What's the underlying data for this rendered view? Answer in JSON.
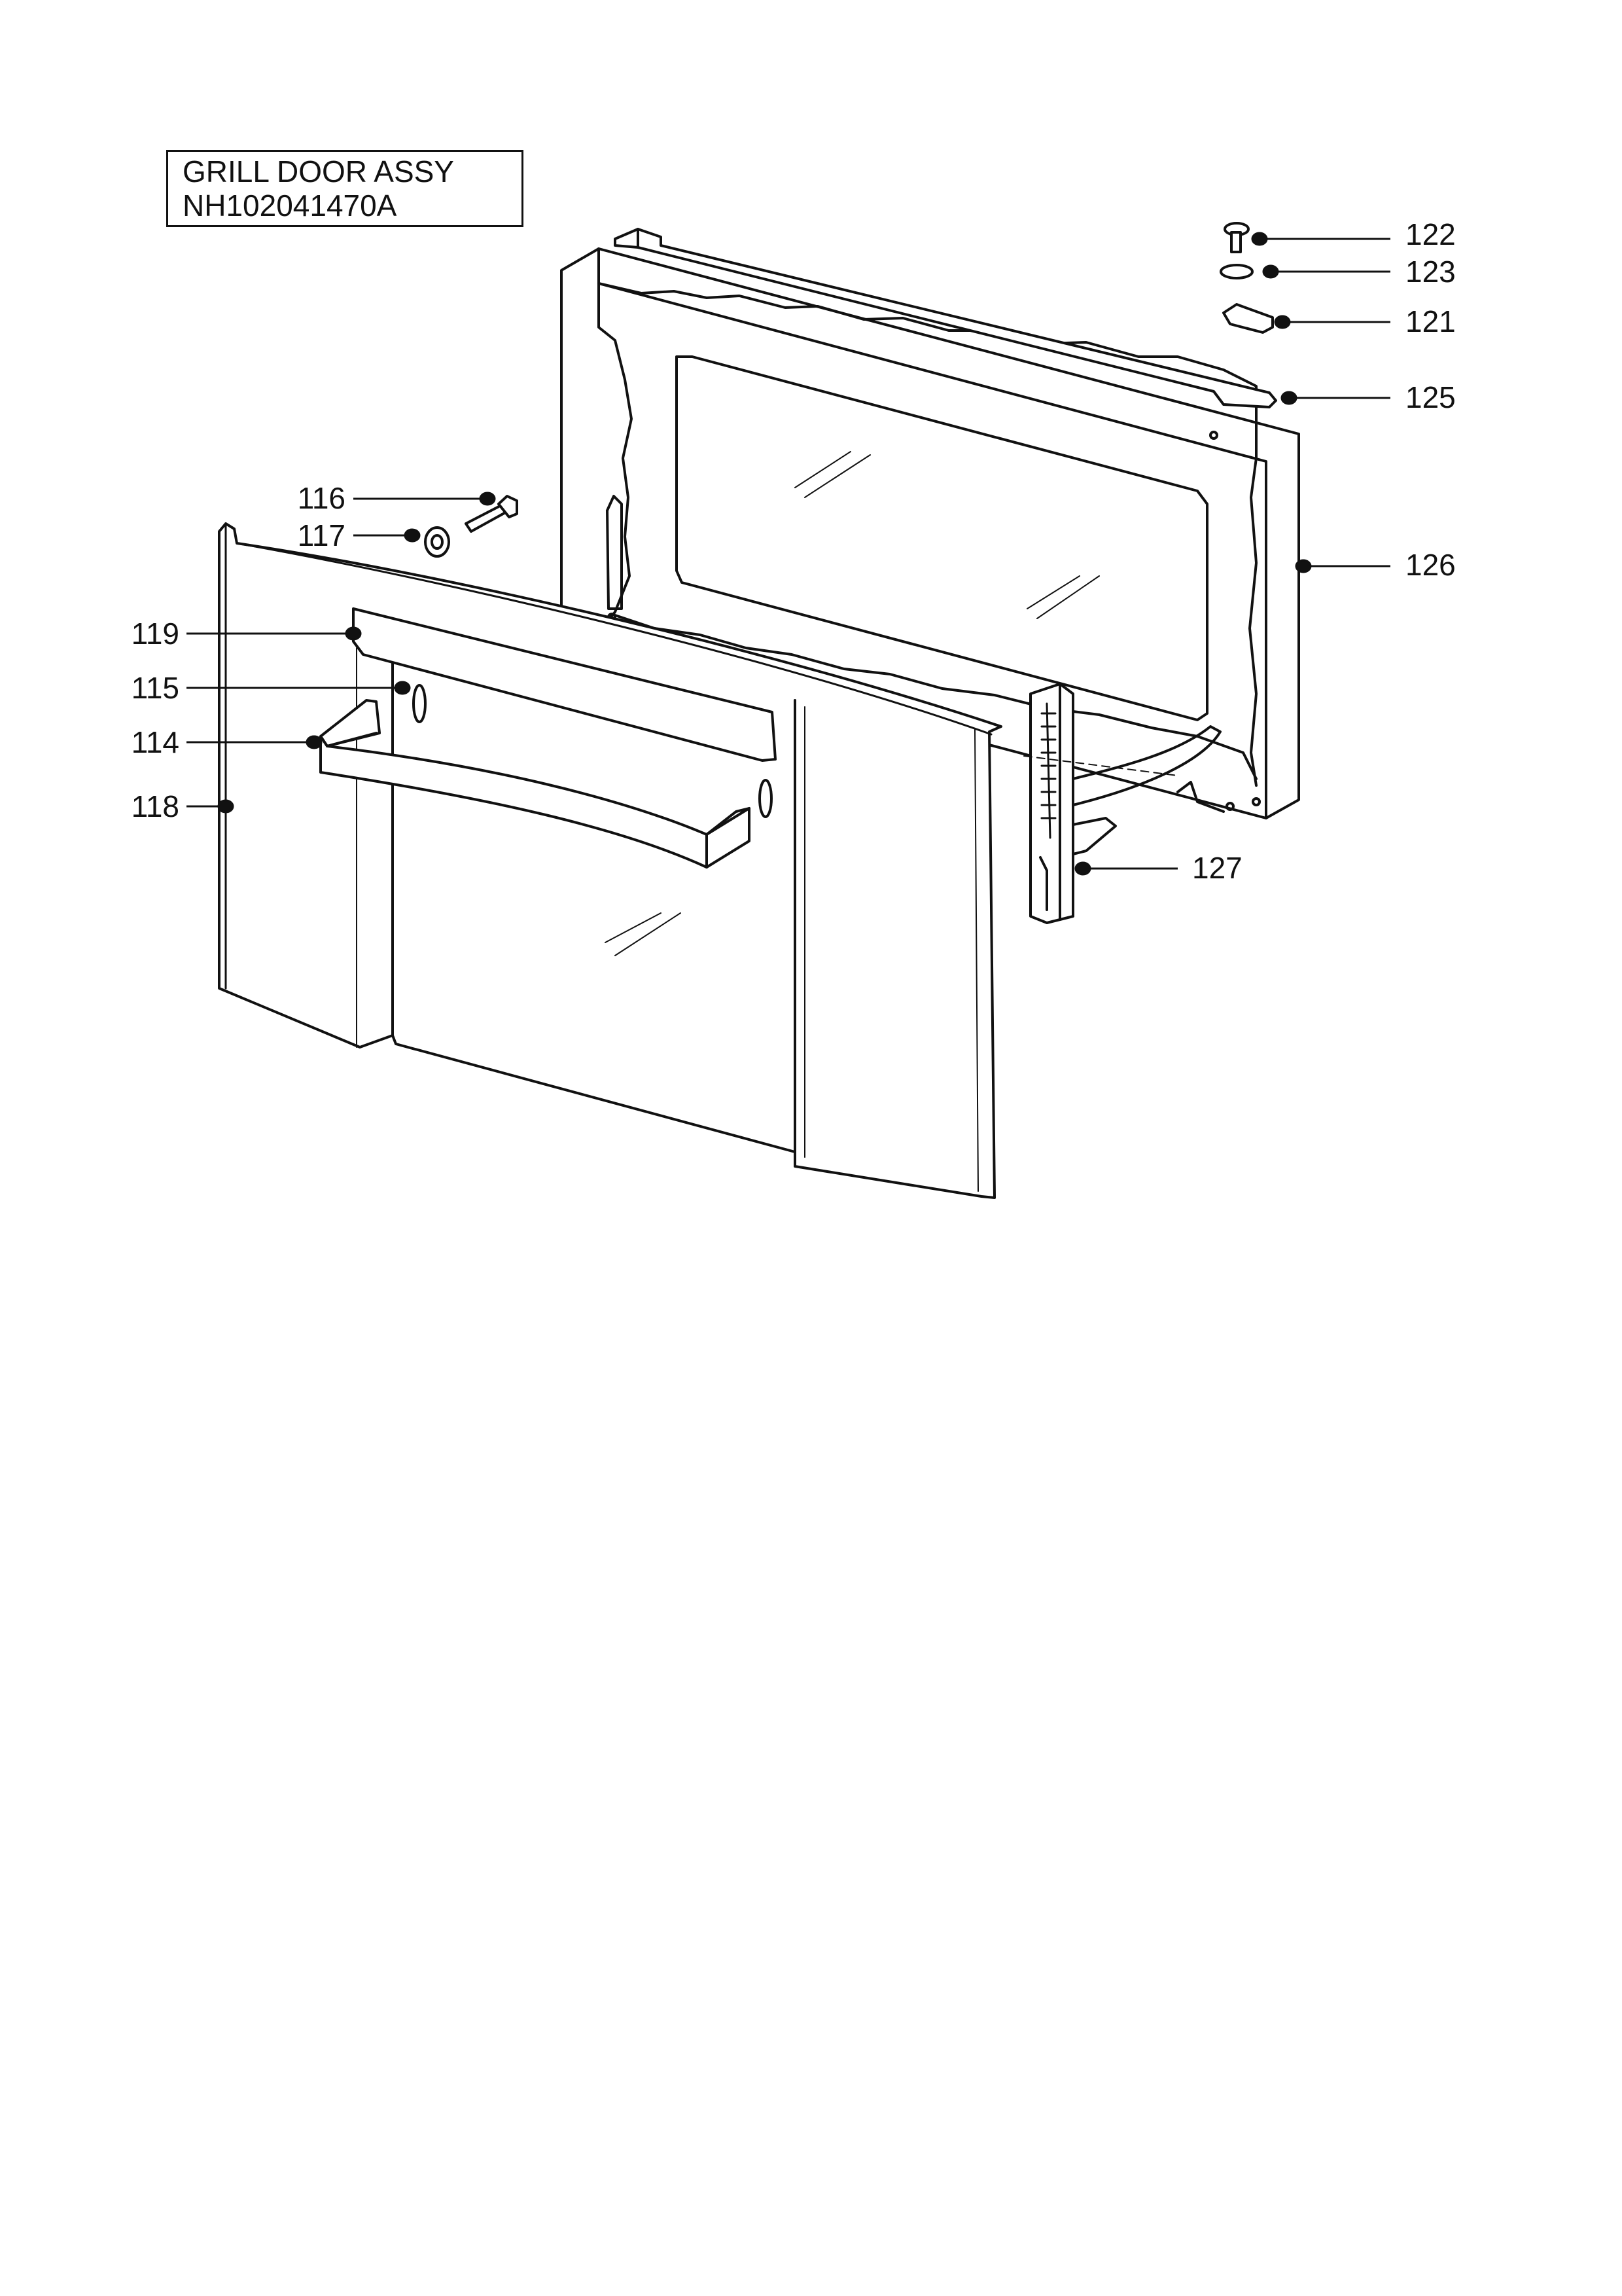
{
  "title": {
    "line1": "GRILL DOOR ASSY",
    "line2": "NH102041470A"
  },
  "callouts": {
    "c122": "122",
    "c123": "123",
    "c121": "121",
    "c125": "125",
    "c126": "126",
    "c116": "116",
    "c117": "117",
    "c119": "119",
    "c115": "115",
    "c114": "114",
    "c118": "118",
    "c127": "127"
  },
  "colors": {
    "line": "#111111",
    "background": "#ffffff"
  }
}
